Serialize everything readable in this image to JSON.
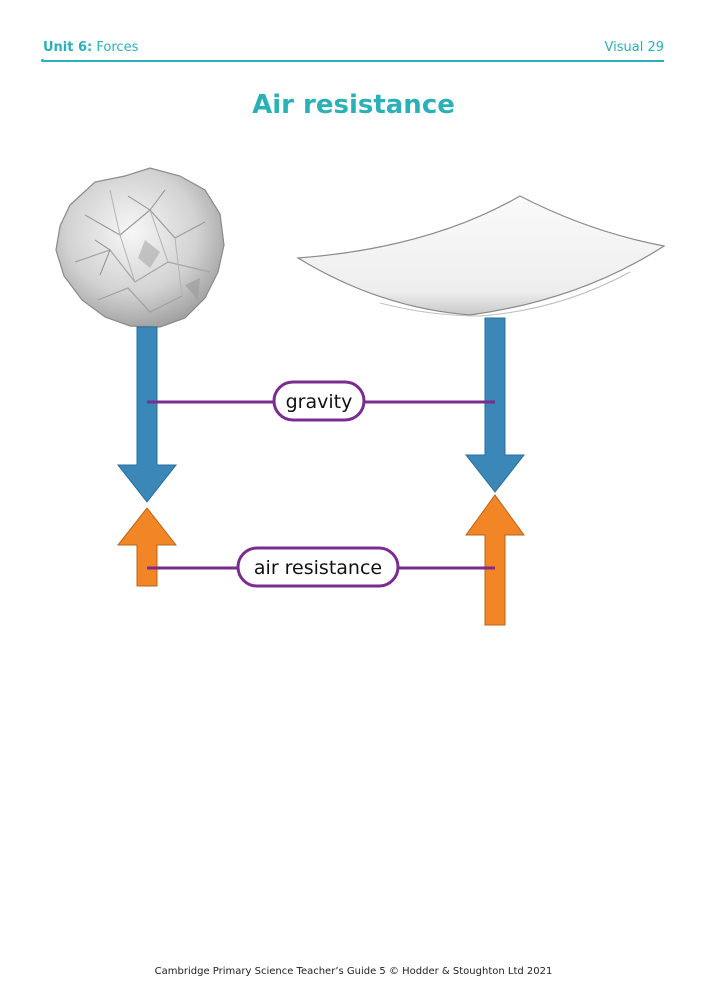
{
  "header": {
    "unit_prefix": "Unit 6:",
    "unit_name": "Forces",
    "visual": "Visual 29"
  },
  "title": "Air resistance",
  "labels": {
    "gravity": "gravity",
    "air_resistance": "air resistance"
  },
  "footer": "Cambridge Primary Science Teacher’s Guide 5 © Hodder & Stoughton Ltd 2021",
  "colors": {
    "accent": "#2bb0b8",
    "gravity_arrow": "#3a87b8",
    "air_resistance_arrow": "#f28526",
    "connector": "#7b2c91"
  }
}
